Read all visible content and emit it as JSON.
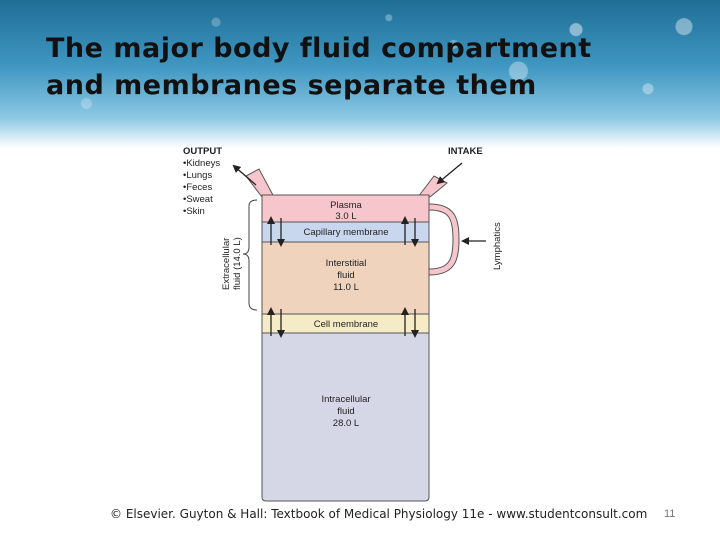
{
  "slide": {
    "title_lines": [
      "The major body fluid compartment",
      "and membranes separate them"
    ],
    "footer": "© Elsevier. Guyton & Hall: Textbook of Medical Physiology 11e - www.studentconsult.com",
    "page_number": "11"
  },
  "diagram": {
    "output_label": "OUTPUT",
    "output_items": [
      "•Kidneys",
      "•Lungs",
      "•Feces",
      "•Sweat",
      "•Skin"
    ],
    "intake_label": "INTAKE",
    "ecf_label_lines": [
      "Extracellular",
      "fluid (14.0 L)"
    ],
    "lymphatics_label": "Lymphatics",
    "plasma_lines": [
      "Plasma",
      "3.0 L"
    ],
    "capillary_membrane": "Capillary membrane",
    "interstitial_lines": [
      "Interstitial",
      "fluid",
      "11.0 L"
    ],
    "cell_membrane": "Cell membrane",
    "intracellular_lines": [
      "Intracellular",
      "fluid",
      "28.0 L"
    ],
    "colors": {
      "plasma": "#f6c6cc",
      "capillary_membrane": "#c9d7ee",
      "interstitial": "#efd3bd",
      "cell_membrane": "#f6ebc7",
      "intracellular": "#d5d6e6"
    }
  }
}
